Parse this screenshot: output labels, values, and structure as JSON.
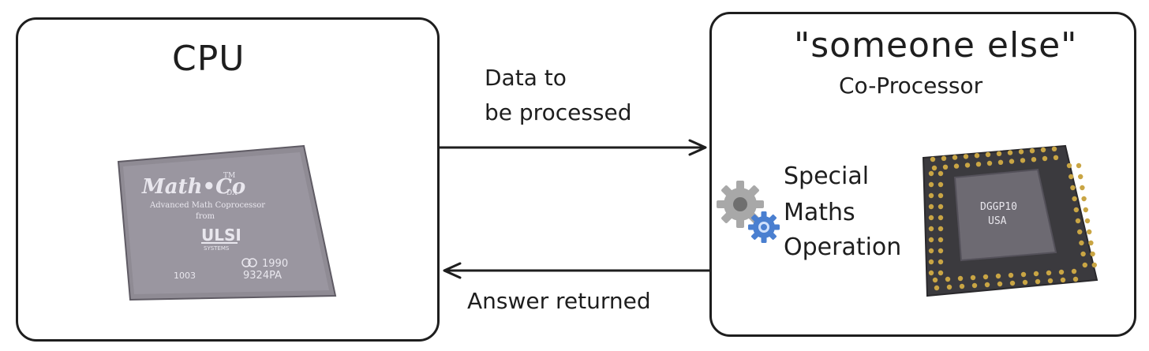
{
  "diagram": {
    "cpu_panel": {
      "title": "CPU",
      "chip": {
        "brand": "Math•Co",
        "brand_superscript": "TM",
        "brand_subscript": "DX",
        "line1": "Advanced Math Coprocessor",
        "line2": "from",
        "maker": "ULSI",
        "maker_sub": "SYSTEMS",
        "year": "1990",
        "code": "9324PA",
        "serial": "1003"
      }
    },
    "coprocessor_panel": {
      "title": "\"someone else\"",
      "subtitle": "Co-Processor",
      "operation_line1": "Special",
      "operation_line2": "Maths",
      "operation_line3": "Operation",
      "chip": {
        "line1": "DGGP10",
        "line2": "USA"
      }
    },
    "arrow_request_label_line1": "Data to",
    "arrow_request_label_line2": "be processed",
    "arrow_response_label": "Answer returned"
  },
  "colors": {
    "stroke": "#1e1e1e",
    "chip_body": "#8f8b94",
    "gear_gray": "#a8a8a8",
    "gear_blue": "#4a7fd0",
    "pin_gold": "#c9a544"
  },
  "icons": [
    "gear-icon",
    "gear-icon"
  ]
}
